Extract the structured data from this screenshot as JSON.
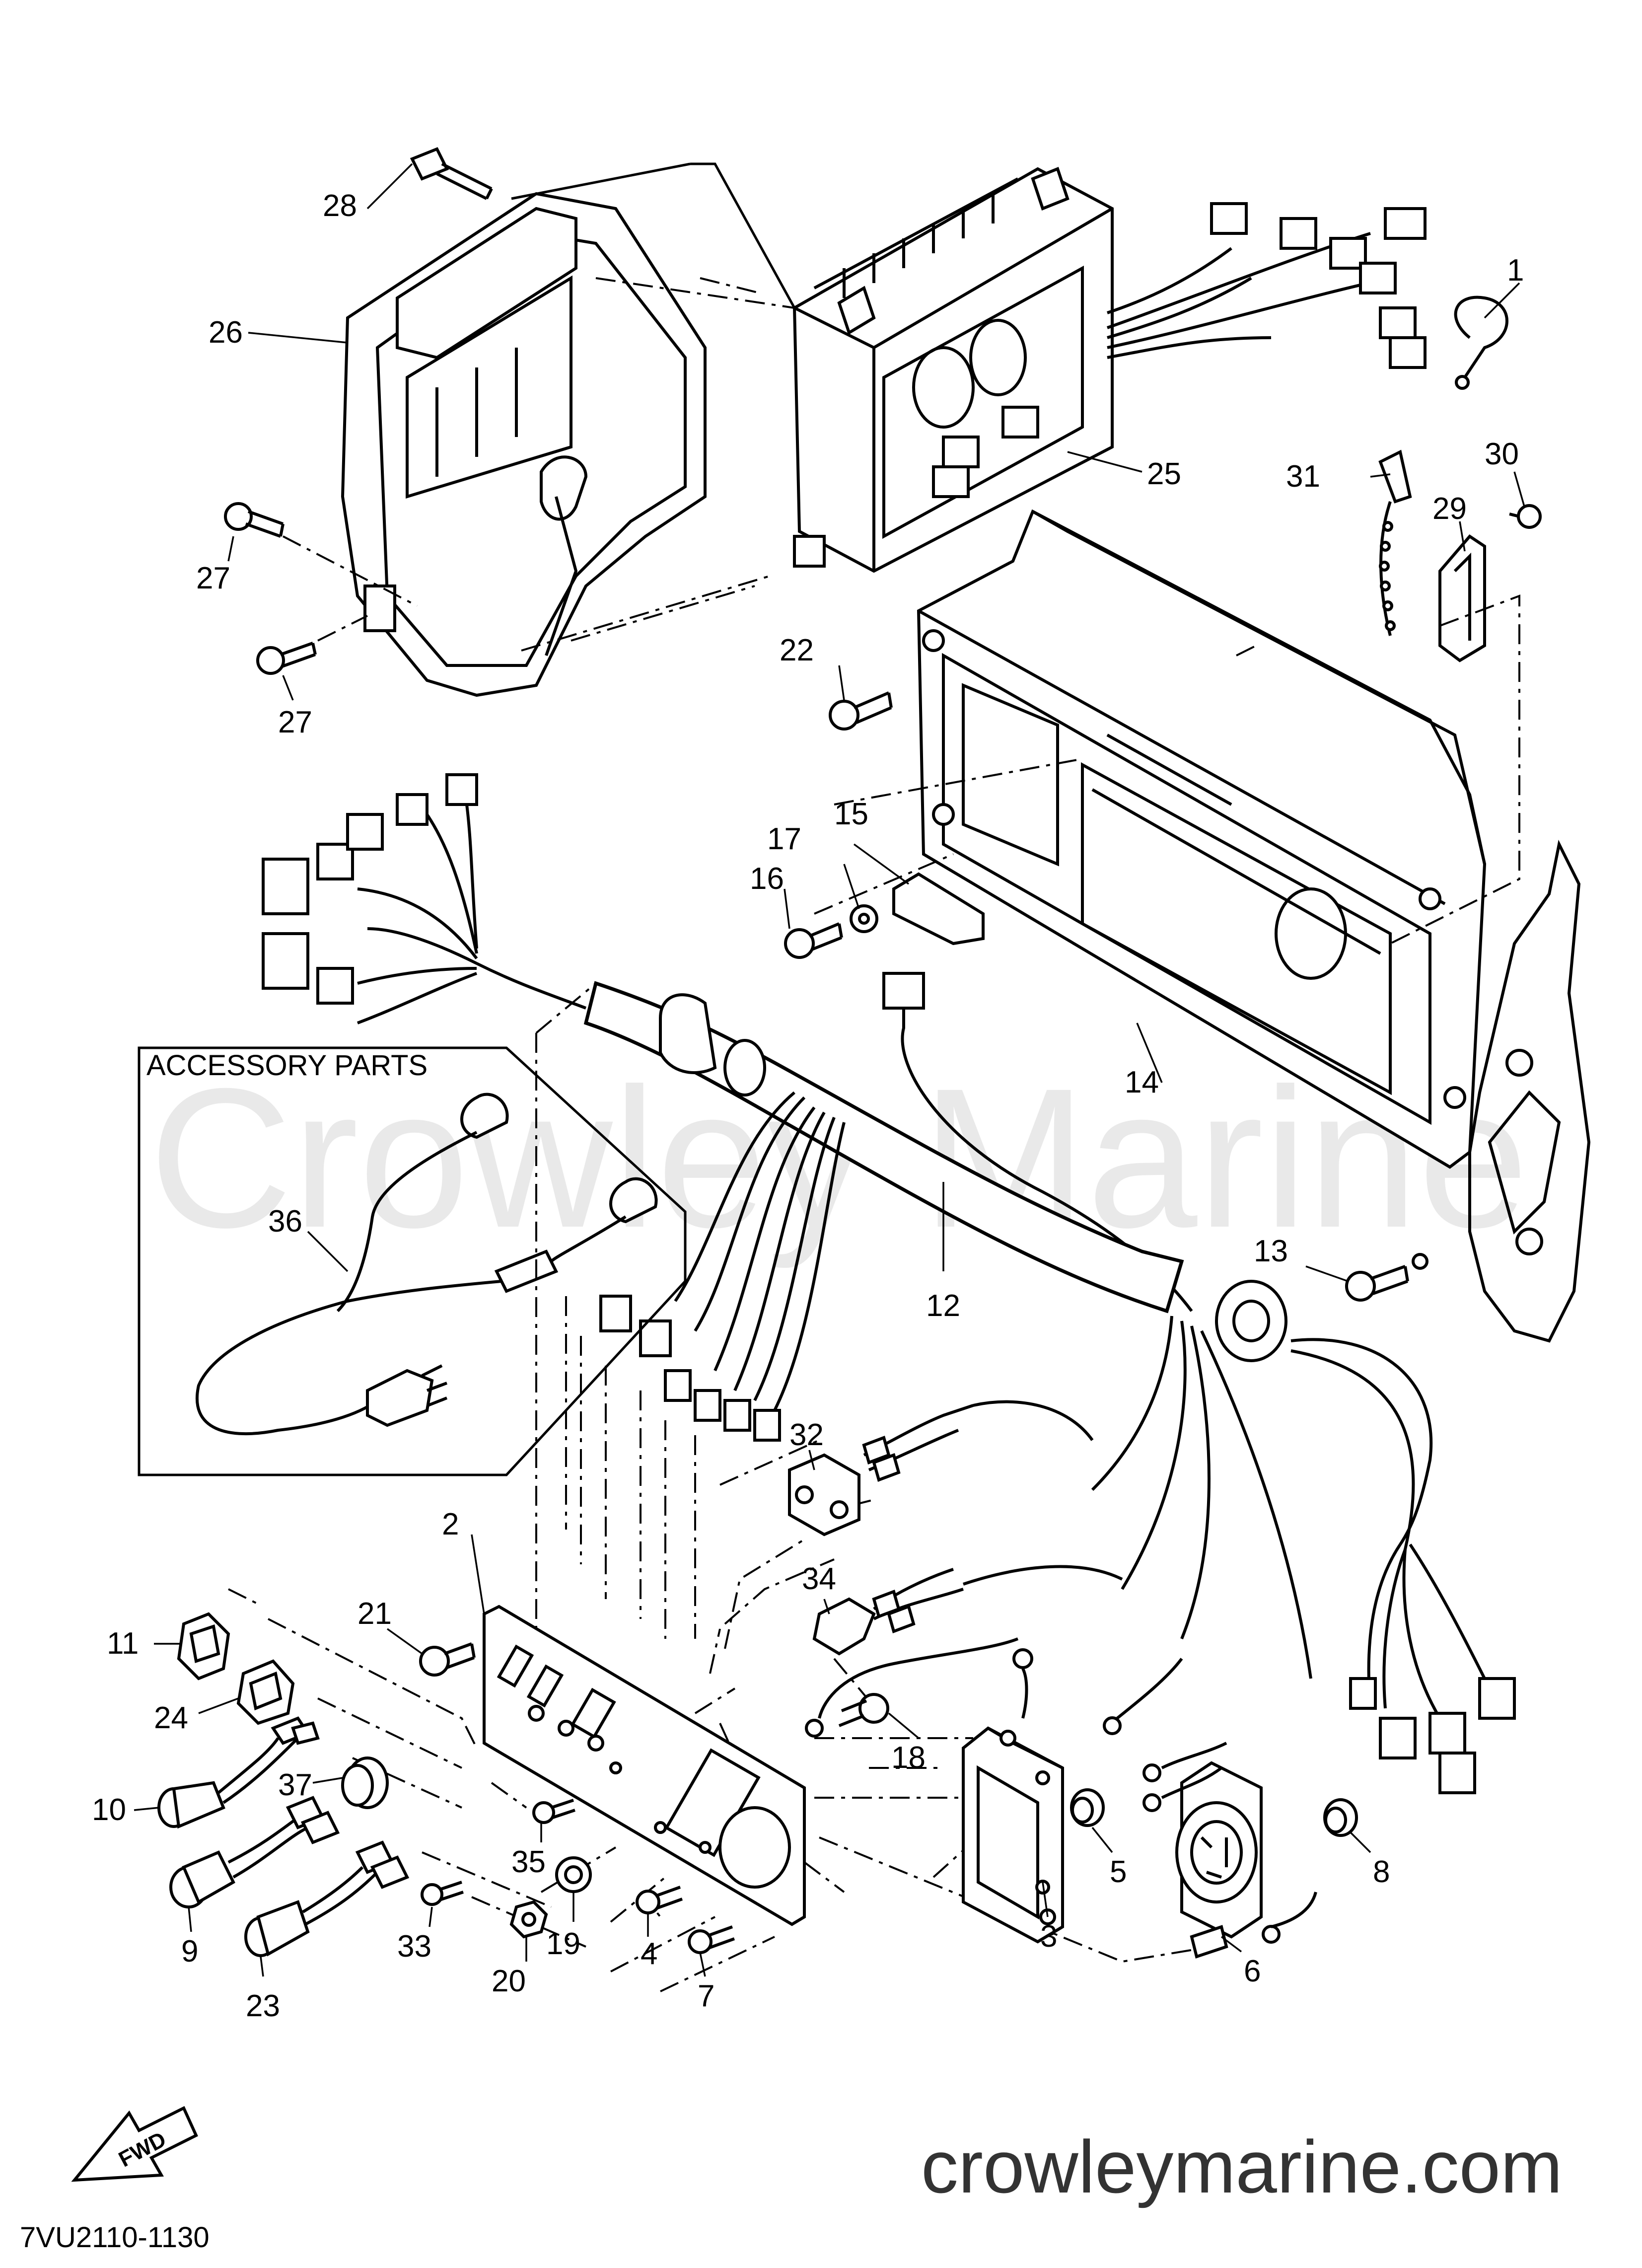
{
  "diagram": {
    "watermark": "Crowley Marine",
    "accessory_box_title": "ACCESSORY PARTS",
    "fwd_label": "FWD",
    "drawing_code": "7VU2110-1130",
    "website": "crowleymarine.com",
    "callouts": [
      {
        "id": "1",
        "text": "1"
      },
      {
        "id": "2",
        "text": "2"
      },
      {
        "id": "3",
        "text": "3"
      },
      {
        "id": "4",
        "text": "4"
      },
      {
        "id": "5",
        "text": "5"
      },
      {
        "id": "6",
        "text": "6"
      },
      {
        "id": "7",
        "text": "7"
      },
      {
        "id": "8",
        "text": "8"
      },
      {
        "id": "9",
        "text": "9"
      },
      {
        "id": "10",
        "text": "10"
      },
      {
        "id": "11",
        "text": "11"
      },
      {
        "id": "12",
        "text": "12"
      },
      {
        "id": "13",
        "text": "13"
      },
      {
        "id": "14",
        "text": "14"
      },
      {
        "id": "15",
        "text": "15"
      },
      {
        "id": "16",
        "text": "16"
      },
      {
        "id": "17",
        "text": "17"
      },
      {
        "id": "18",
        "text": "18"
      },
      {
        "id": "19",
        "text": "19"
      },
      {
        "id": "20",
        "text": "20"
      },
      {
        "id": "21",
        "text": "21"
      },
      {
        "id": "22",
        "text": "22"
      },
      {
        "id": "23",
        "text": "23"
      },
      {
        "id": "24",
        "text": "24"
      },
      {
        "id": "25",
        "text": "25"
      },
      {
        "id": "26",
        "text": "26"
      },
      {
        "id": "27a",
        "text": "27"
      },
      {
        "id": "27b",
        "text": "27"
      },
      {
        "id": "28",
        "text": "28"
      },
      {
        "id": "29",
        "text": "29"
      },
      {
        "id": "30",
        "text": "30"
      },
      {
        "id": "31",
        "text": "31"
      },
      {
        "id": "32",
        "text": "32"
      },
      {
        "id": "33",
        "text": "33"
      },
      {
        "id": "34",
        "text": "34"
      },
      {
        "id": "35",
        "text": "35"
      },
      {
        "id": "36",
        "text": "36"
      },
      {
        "id": "37",
        "text": "37"
      }
    ]
  }
}
